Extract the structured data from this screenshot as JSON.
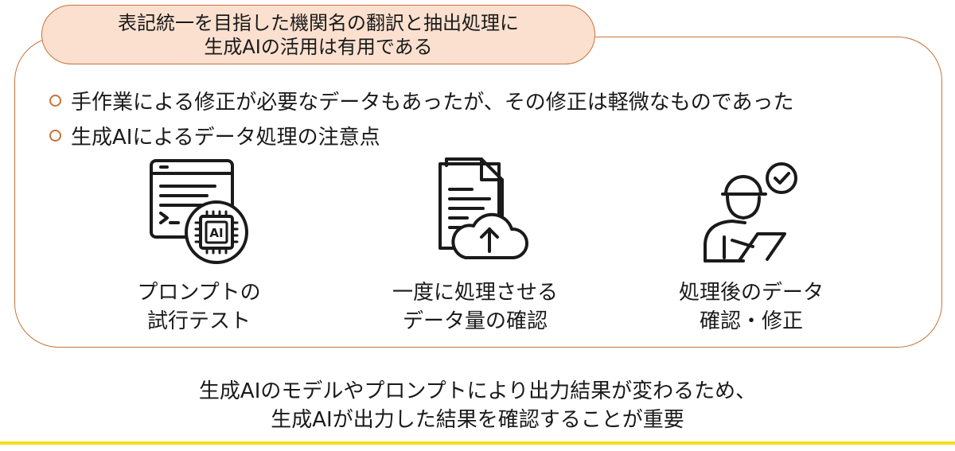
{
  "title": {
    "line1": "表記統一を目指した機関名の翻訳と抽出処理に",
    "line2": "生成AIの活用は有用である"
  },
  "bullets": [
    "手作業による修正が必要なデータもあったが、その修正は軽微なものであった",
    "生成AIによるデータ処理の注意点"
  ],
  "items": [
    {
      "icon": "ai-chip-terminal-icon",
      "line1": "プロンプトの",
      "line2": "試行テスト",
      "chip_text": "AI"
    },
    {
      "icon": "document-cloud-upload-icon",
      "line1": "一度に処理させる",
      "line2": "データ量の確認"
    },
    {
      "icon": "worker-checklist-icon",
      "line1": "処理後のデータ",
      "line2": "確認・修正"
    }
  ],
  "footer": {
    "line1": "生成AIのモデルやプロンプトにより出力結果が変わるため、",
    "line2": "生成AIが出力した結果を確認することが重要"
  },
  "colors": {
    "accent": "#c8733a",
    "title_fill": "#fbe0cf",
    "underline": "#f5dc1e",
    "icon": "#1a1a1a"
  }
}
